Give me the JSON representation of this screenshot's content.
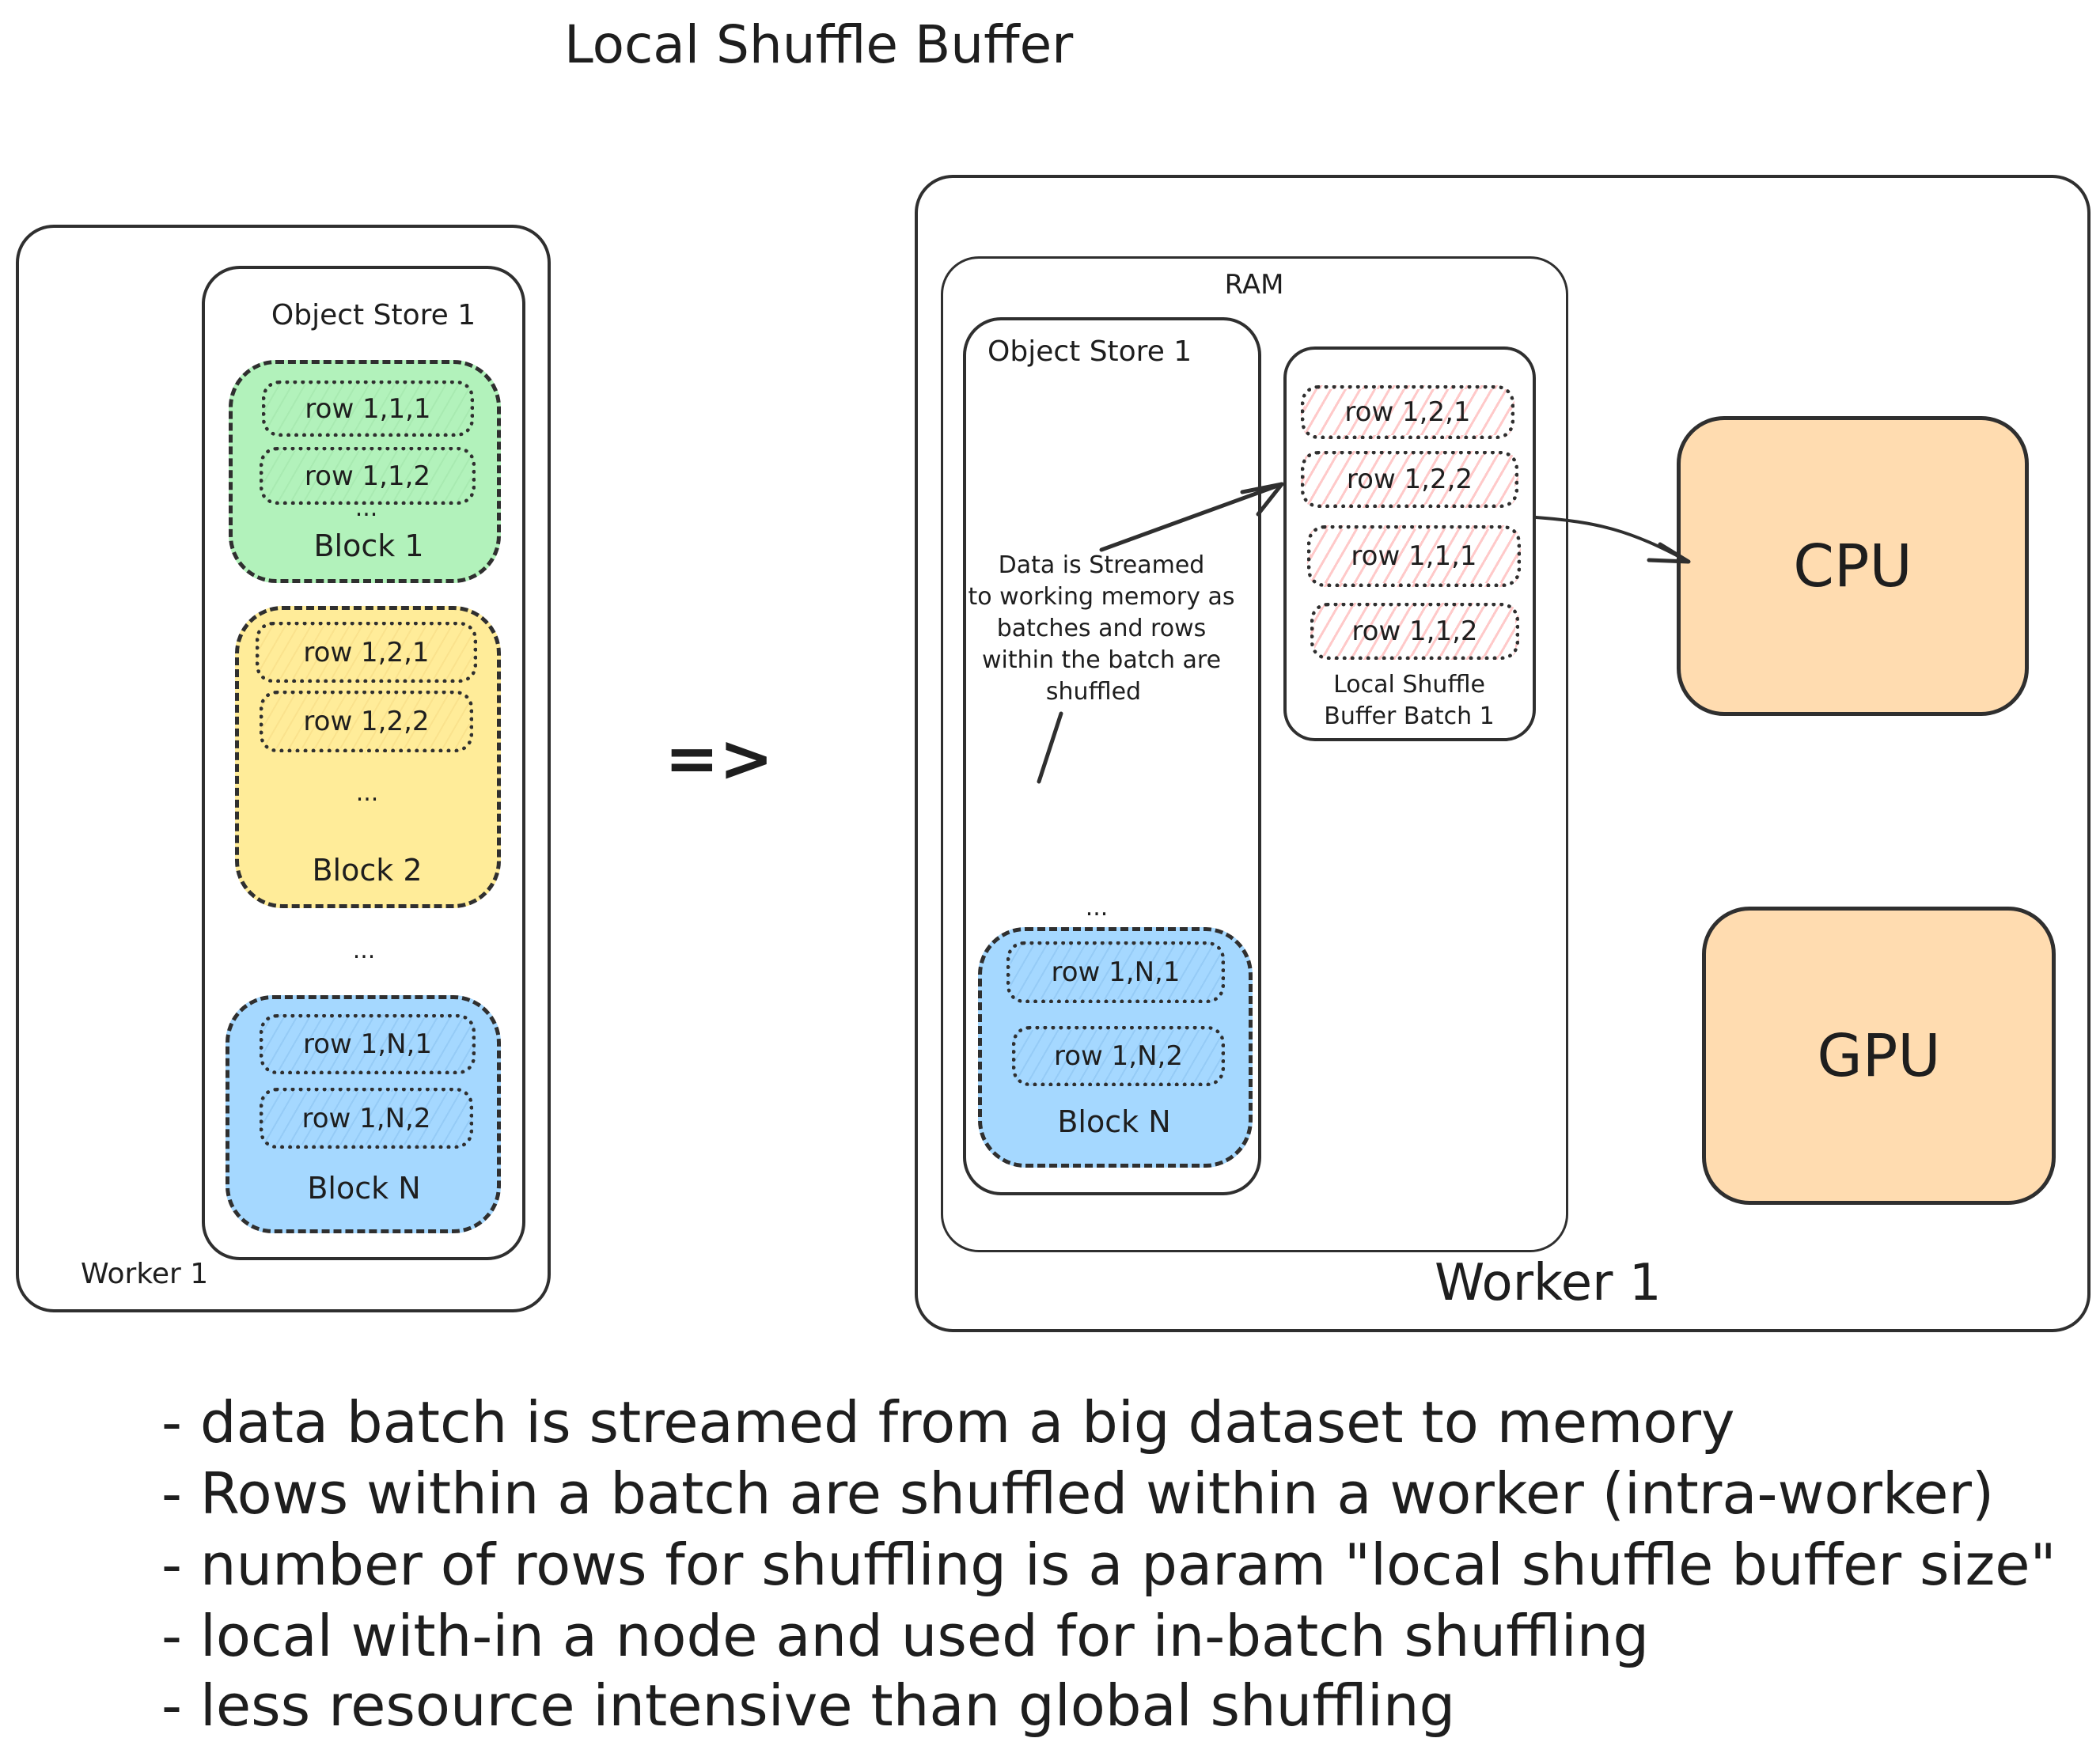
{
  "title": "Local Shuffle Buffer",
  "colors": {
    "block1_fill": "#b2f2bb",
    "block2_fill": "#ffec99",
    "blockN_fill": "#a5d8ff",
    "buffer_row_hatch": "#ffc9c9",
    "processor_fill": "#ffdcb0",
    "stroke": "#2f2f2f"
  },
  "left": {
    "worker_label": "Worker 1",
    "object_store_label": "Object Store 1",
    "blocks": [
      {
        "label": "Block 1",
        "rows": [
          "row 1,1,1",
          "row 1,1,2"
        ],
        "ellipsis": "..."
      },
      {
        "label": "Block 2",
        "rows": [
          "row 1,2,1",
          "row 1,2,2"
        ],
        "ellipsis": "..."
      },
      {
        "label": "Block N",
        "rows": [
          "row 1,N,1",
          "row 1,N,2"
        ]
      }
    ],
    "between_blocks_ellipsis": "..."
  },
  "transition_arrow": "=>",
  "right": {
    "worker_label": "Worker 1",
    "ram_label": "RAM",
    "object_store_label": "Object Store 1",
    "object_store_ellipsis": "...",
    "object_store_block": {
      "label": "Block N",
      "rows": [
        "row 1,N,1",
        "row 1,N,2"
      ]
    },
    "annotation_lines": [
      "Data is Streamed",
      "to working memory as",
      "batches and rows",
      "within the batch are",
      "shuffled"
    ],
    "buffer": {
      "label_lines": [
        "Local Shuffle",
        "Buffer Batch 1"
      ],
      "rows": [
        "row 1,2,1",
        "row 1,2,2",
        "row 1,1,1",
        "row 1,1,2"
      ]
    },
    "cpu_label": "CPU",
    "gpu_label": "GPU"
  },
  "notes": [
    "- data batch is streamed from a big dataset to memory",
    "- Rows within a batch are shuffled within a worker (intra-worker)",
    "- number of rows for shuffling is a param \"local shuffle buffer size\"",
    "- local with-in a node and used for in-batch shuffling",
    "- less resource intensive than global shuffling"
  ]
}
